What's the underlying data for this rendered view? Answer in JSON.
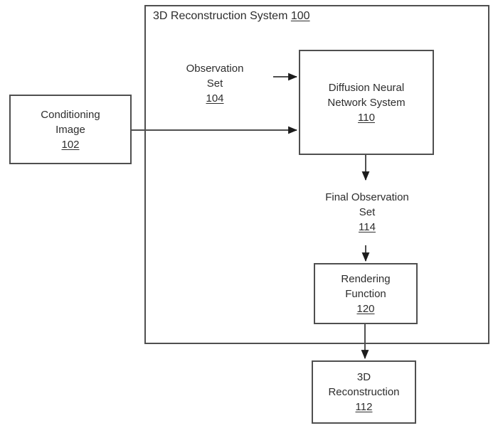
{
  "diagram": {
    "title": {
      "text": "3D Reconstruction System",
      "ref": "100"
    },
    "boxes": {
      "conditioning_image": {
        "lines": [
          "Conditioning",
          "Image"
        ],
        "ref": "102"
      },
      "diffusion_nn": {
        "lines": [
          "Diffusion Neural",
          "Network System"
        ],
        "ref": "110"
      },
      "rendering_function": {
        "lines": [
          "Rendering",
          "Function"
        ],
        "ref": "120"
      },
      "reconstruction_3d": {
        "lines": [
          "3D",
          "Reconstruction"
        ],
        "ref": "112"
      }
    },
    "labels": {
      "observation_set": {
        "lines": [
          "Observation",
          "Set"
        ],
        "ref": "104"
      },
      "final_observation_set": {
        "lines": [
          "Final Observation",
          "Set"
        ],
        "ref": "114"
      }
    },
    "arrows": [
      "conditioning-image-to-diffusion",
      "observation-set-to-diffusion",
      "diffusion-to-final-observation-set",
      "final-observation-set-to-rendering",
      "rendering-to-3d-reconstruction"
    ],
    "colors": {
      "line_color": "#4f4f4f",
      "arrow_color": "#1c1c1c",
      "text_color": "#2d2d2d",
      "background_color": "#ffffff"
    }
  }
}
